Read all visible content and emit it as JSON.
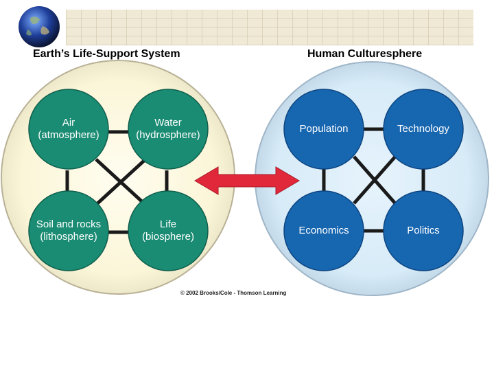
{
  "headings": {
    "left": "Earth’s Life-Support System",
    "right": "Human Culturesphere"
  },
  "left_nodes": {
    "air": {
      "line1": "Air",
      "line2": "(atmosphere)"
    },
    "water": {
      "line1": "Water",
      "line2": "(hydrosphere)"
    },
    "soil": {
      "line1": "Soil and rocks",
      "line2": "(lithosphere)"
    },
    "life": {
      "line1": "Life",
      "line2": "(biosphere)"
    }
  },
  "right_nodes": {
    "population": "Population",
    "technology": "Technology",
    "economics": "Economics",
    "politics": "Politics"
  },
  "copyright": "© 2002 Brooks/Cole - Thomson Learning",
  "colors": {
    "left_node_fill": "#1a8c73",
    "right_node_fill": "#1766b0",
    "left_background": "#fbf7dc",
    "right_background": "#d9ecf8",
    "connector": "#1a1a1a",
    "arrow": "#e0283a",
    "banner": "#efe9d6"
  },
  "icons": {
    "globe": "earth-globe-icon",
    "arrow": "double-headed-arrow"
  }
}
